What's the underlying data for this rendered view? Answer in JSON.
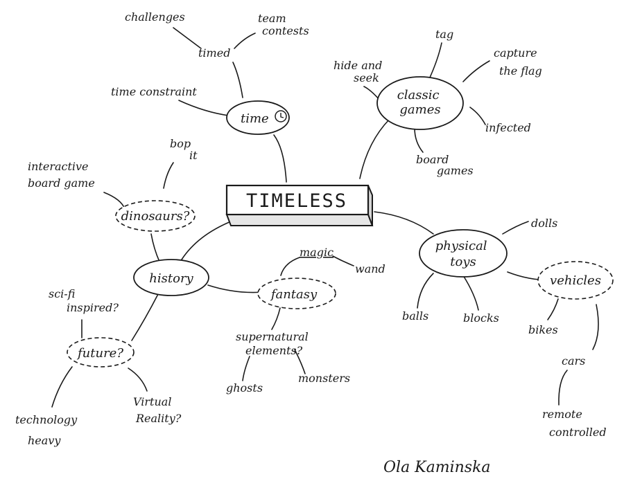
{
  "center": {
    "label": "TIMELESS"
  },
  "nodes": {
    "time": "time",
    "classic_games": [
      "classic",
      "games"
    ],
    "physical_toys": [
      "physical",
      "toys"
    ],
    "history": "history",
    "fantasy": "fantasy",
    "dinosaurs": "dinosaurs?",
    "future": "future?",
    "vehicles": "vehicles"
  },
  "labels": {
    "challenges": "challenges",
    "team_contests": [
      "team",
      "contests"
    ],
    "timed": "timed",
    "time_constraint": "time constraint",
    "hide_and_seek": [
      "hide and",
      "seek"
    ],
    "tag": "tag",
    "capture_the_flag": [
      "capture",
      "the flag"
    ],
    "infected": "infected",
    "board_games": [
      "board",
      "games"
    ],
    "bop_it": [
      "bop",
      "it"
    ],
    "interactive_board_game": [
      "interactive",
      "board game"
    ],
    "dolls": "dolls",
    "balls": "balls",
    "blocks": "blocks",
    "bikes": "bikes",
    "cars": "cars",
    "remote_controlled": [
      "remote",
      "controlled"
    ],
    "magic": "magic",
    "wand": "wand",
    "supernatural_elements": [
      "supernatural",
      "elements?"
    ],
    "ghosts": "ghosts",
    "monsters": "monsters",
    "scifi_inspired": [
      "sci-fi",
      "inspired?"
    ],
    "technology_heavy": [
      "technology",
      "heavy"
    ],
    "virtual_reality": [
      "Virtual",
      "Reality?"
    ]
  },
  "signature": "Ola Kaminska"
}
